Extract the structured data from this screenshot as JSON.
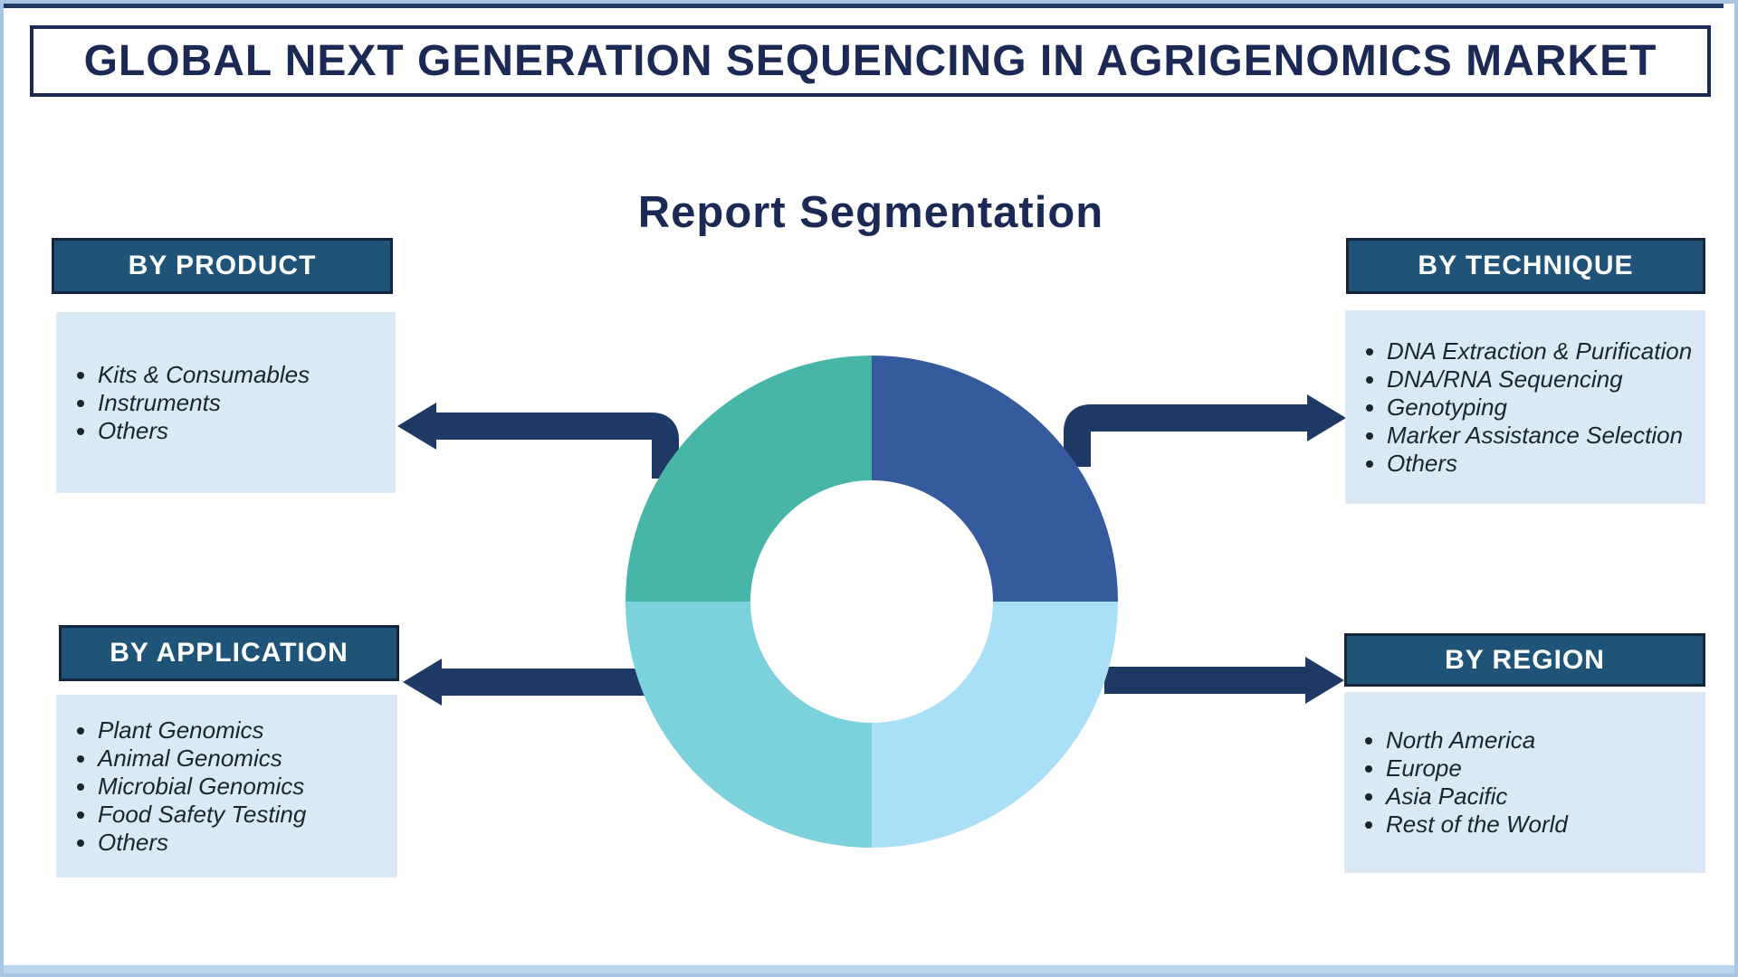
{
  "header": {
    "title": "GLOBAL NEXT GENERATION SEQUENCING IN AGRIGENOMICS MARKET"
  },
  "heading": "Report Segmentation",
  "sections": {
    "product": {
      "label": "BY PRODUCT",
      "items": [
        "Kits & Consumables",
        "Instruments",
        "Others"
      ]
    },
    "technique": {
      "label": "BY TECHNIQUE",
      "items": [
        "DNA Extraction & Purification",
        "DNA/RNA Sequencing",
        "Genotyping",
        "Marker Assistance Selection",
        "Others"
      ]
    },
    "application": {
      "label": "BY APPLICATION",
      "items": [
        "Plant Genomics",
        "Animal Genomics",
        "Microbial Genomics",
        "Food Safety Testing",
        "Others"
      ]
    },
    "region": {
      "label": "BY REGION",
      "items": [
        "North America",
        "Europe",
        "Asia Pacific",
        "Rest of the World"
      ]
    }
  },
  "donut": {
    "type": "donut",
    "note": "four equal quadrants, clockwise from 12 o'clock",
    "segments": [
      {
        "position": "top-right",
        "value": 25,
        "color": "#355A9D"
      },
      {
        "position": "bottom-right",
        "value": 25,
        "color": "#A9E0F7"
      },
      {
        "position": "bottom-left",
        "value": 25,
        "color": "#7CD2DC"
      },
      {
        "position": "top-left",
        "value": 25,
        "color": "#48B6A7"
      }
    ]
  },
  "colors": {
    "arrow_navy": "#1F3966",
    "header_bg": "#205378",
    "header_border": "#15253C",
    "list_bg": "#DBE8F6",
    "text_dark": "#1B2433",
    "title_navy": "#1B2A55",
    "page_border": "#A8C6E3",
    "bottom_band": "#B9D5EC"
  }
}
